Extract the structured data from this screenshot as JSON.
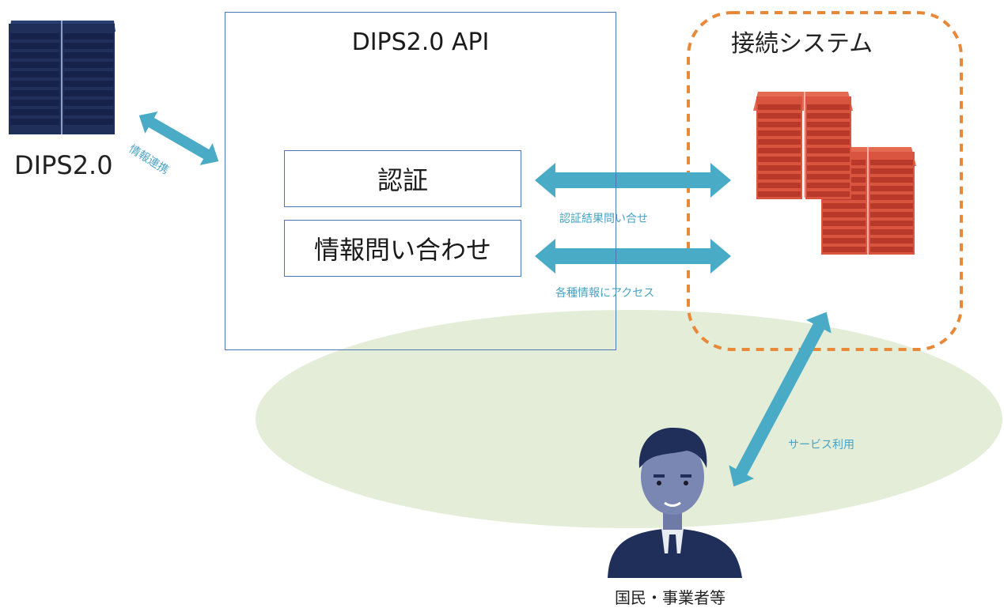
{
  "api": {
    "title": "DIPS2.0 API",
    "auth_label": "認証",
    "inquiry_label": "情報問い合わせ"
  },
  "dips": {
    "label": "DIPS2.0"
  },
  "connected": {
    "title": "接続システム"
  },
  "user": {
    "label": "国民・事業者等"
  },
  "links": {
    "dips_api": "情報連携",
    "auth_result": "認証結果問い合せ",
    "access_info": "各種情報にアクセス",
    "service_use": "サービス利用"
  },
  "colors": {
    "arrow": "#4aabc7",
    "box_border": "#4a78b5",
    "dashed_border": "#e8893a",
    "ellipse_fill": "#e3edd8",
    "server_dark": "#1f2f5a",
    "server_red": "#d9553f"
  }
}
